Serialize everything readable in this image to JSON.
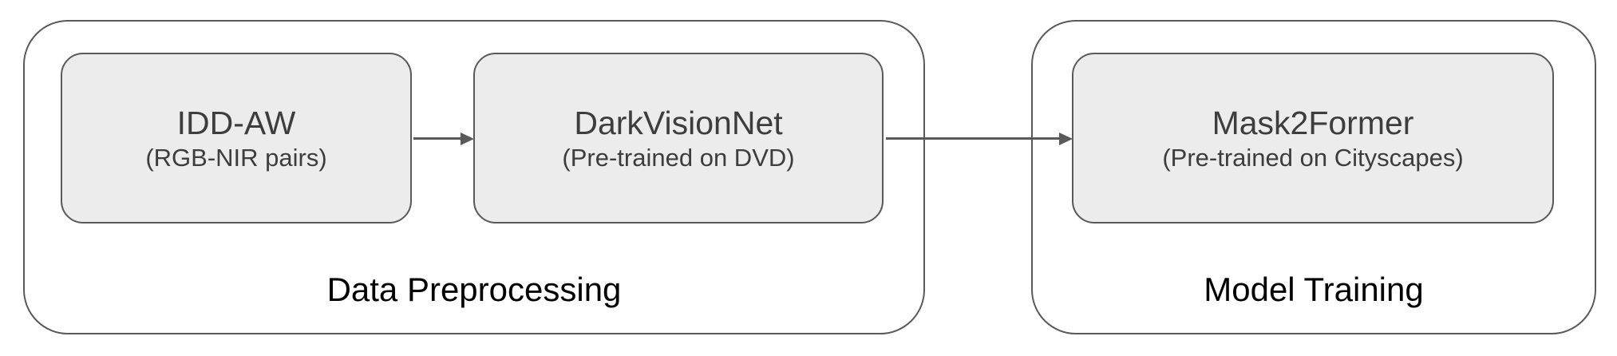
{
  "colors": {
    "border": "#5a5a5a",
    "node_fill": "#ececec",
    "node_text": "#3d3d3d",
    "group_label": "#000000",
    "background": "#ffffff",
    "arrow": "#5a5a5a"
  },
  "groups": [
    {
      "label": "Data Preprocessing",
      "nodes": [
        {
          "title": "IDD-AW",
          "subtitle": "(RGB-NIR pairs)"
        },
        {
          "title": "DarkVisionNet",
          "subtitle": "(Pre-trained on DVD)"
        }
      ]
    },
    {
      "label": "Model Training",
      "nodes": [
        {
          "title": "Mask2Former",
          "subtitle": "(Pre-trained on Cityscapes)"
        }
      ]
    }
  ],
  "edges": [
    {
      "from": "IDD-AW",
      "to": "DarkVisionNet"
    },
    {
      "from": "DarkVisionNet",
      "to": "Mask2Former"
    }
  ]
}
